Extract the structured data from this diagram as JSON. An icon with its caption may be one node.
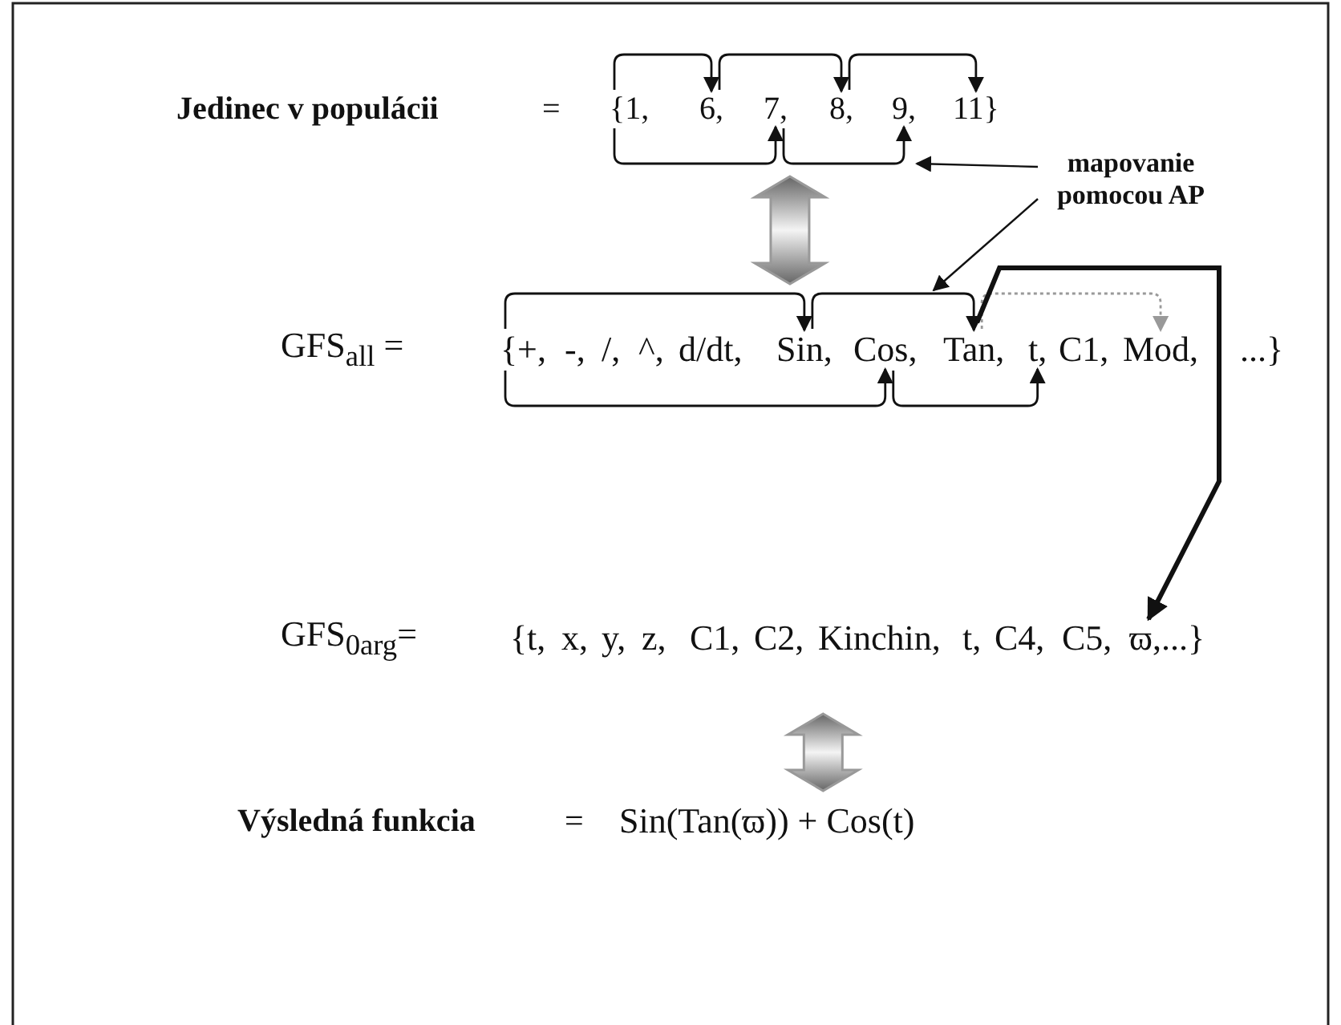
{
  "diagram": {
    "nodes": [
      {
        "text": [
          "{1,"
        ]
      },
      {
        "text": [
          "6,"
        ]
      },
      {
        "text": [
          "7,"
        ]
      },
      {
        "text": [
          "8,"
        ]
      },
      {
        "text": [
          "9,"
        ]
      },
      {
        "text": [
          "11}"
        ]
      },
      {
        "text": [
          "mapovanie pomocou AP"
        ]
      },
      {
        "text": [
          "{+,"
        ]
      },
      {
        "text": [
          "-,"
        ]
      },
      {
        "text": [
          "/,"
        ]
      },
      {
        "text": [
          "^,"
        ]
      },
      {
        "text": [
          "d/dt,"
        ]
      },
      {
        "text": [
          "Sin,"
        ]
      },
      {
        "text": [
          "Cos,"
        ]
      },
      {
        "text": [
          "Tan,"
        ]
      },
      {
        "text": [
          "t,"
        ]
      },
      {
        "text": [
          "C1,"
        ]
      },
      {
        "text": [
          "Mod,"
        ]
      },
      {
        "text": [
          "...}"
        ]
      },
      {
        "text": [
          "{t,"
        ]
      },
      {
        "text": [
          "x,"
        ]
      },
      {
        "text": [
          "y,"
        ]
      },
      {
        "text": [
          "z,"
        ]
      },
      {
        "text": [
          "C1,"
        ]
      },
      {
        "text": [
          "C2,"
        ]
      },
      {
        "text": [
          "Kinchin,"
        ]
      },
      {
        "text": [
          "t,"
        ]
      },
      {
        "text": [
          "C4,"
        ]
      },
      {
        "text": [
          "C5,"
        ]
      },
      {
        "text": [
          "ϖ,...}"
        ]
      },
      {
        "text": [
          "Sin(Tan(ϖ)) + Cos(t)"
        ]
      }
    ],
    "edges": [
      {
        "from": 0,
        "to": 1,
        "arrow": "to"
      },
      {
        "from": 1,
        "to": 3,
        "arrow": "to"
      },
      {
        "from": 3,
        "to": 5,
        "arrow": "to"
      },
      {
        "from": 0,
        "to": 2,
        "arrow": "to"
      },
      {
        "from": 2,
        "to": 4,
        "arrow": "to"
      },
      {
        "from": 6,
        "to": 4,
        "arrow": "to"
      },
      {
        "from": 6,
        "to": 14,
        "arrow": "to"
      },
      {
        "from": 2,
        "to": 12,
        "arrow": "both",
        "style": "thick",
        "color": "#999999"
      },
      {
        "from": 7,
        "to": 12,
        "arrow": "to"
      },
      {
        "from": 12,
        "to": 14,
        "arrow": "to"
      },
      {
        "from": 14,
        "to": 17,
        "arrow": "to",
        "style": "dashed",
        "color": "#999999"
      },
      {
        "from": 7,
        "to": 13,
        "arrow": "to"
      },
      {
        "from": 13,
        "to": 15,
        "arrow": "to"
      },
      {
        "from": 14,
        "to": 29,
        "arrow": "to",
        "style": "thick"
      },
      {
        "from": 25,
        "to": 30,
        "arrow": "both",
        "style": "thick",
        "color": "#999999"
      }
    ],
    "labels": [
      "Jedinec v populácii",
      "=",
      "GFS$_{all}$ =",
      "GFS$_{0arg}$=",
      "Výsledná funkcia",
      "="
    ]
  }
}
